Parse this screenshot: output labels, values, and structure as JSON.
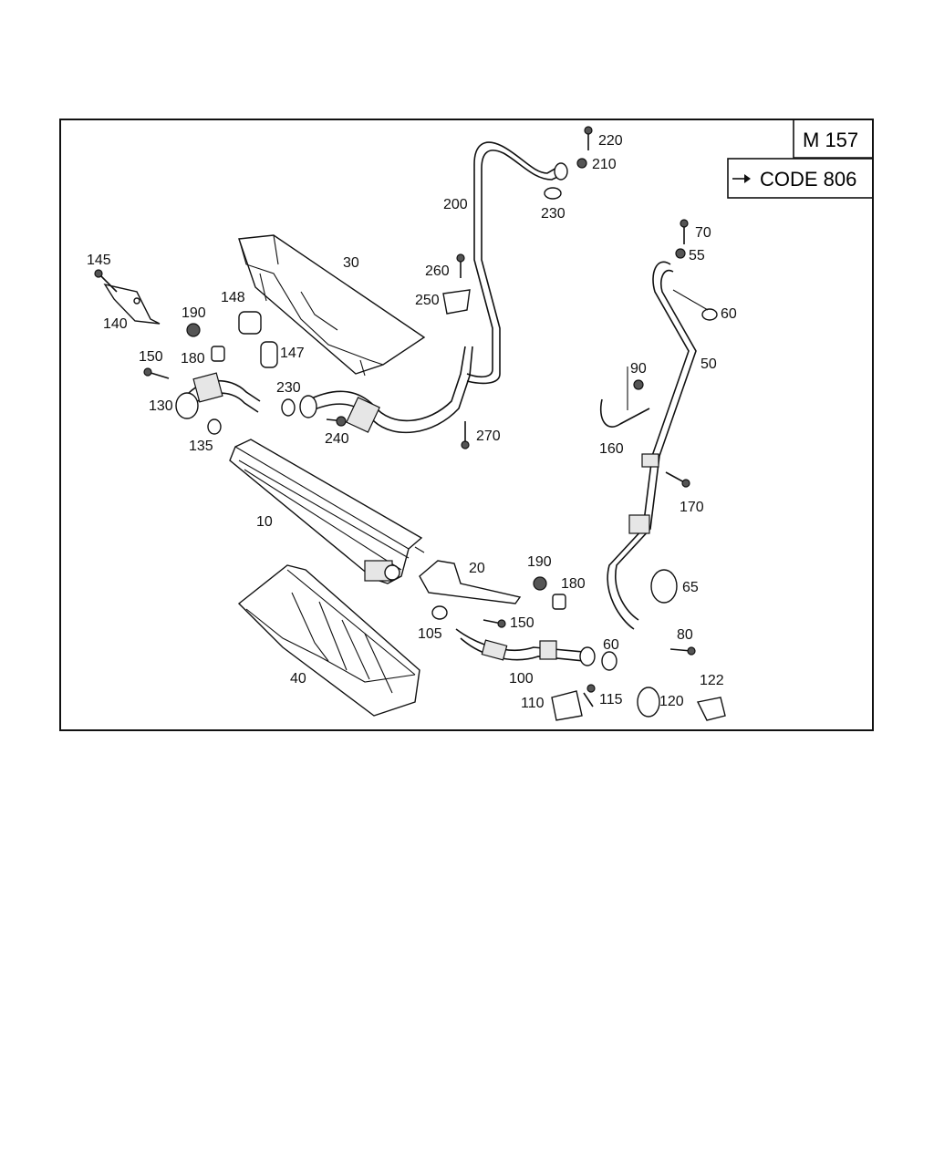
{
  "header": {
    "model": "M 157",
    "code_arrow": "→",
    "code": "CODE 806"
  },
  "callouts": {
    "c10": "10",
    "c20": "20",
    "c30": "30",
    "c40": "40",
    "c50": "50",
    "c55": "55",
    "c60a": "60",
    "c60b": "60",
    "c65": "65",
    "c70": "70",
    "c80": "80",
    "c90": "90",
    "c100": "100",
    "c105": "105",
    "c110": "110",
    "c115": "115",
    "c120": "120",
    "c122": "122",
    "c130": "130",
    "c135": "135",
    "c140": "140",
    "c145": "145",
    "c147": "147",
    "c148": "148",
    "c150a": "150",
    "c150b": "150",
    "c160": "160",
    "c170": "170",
    "c180a": "180",
    "c180b": "180",
    "c190a": "190",
    "c190b": "190",
    "c200": "200",
    "c210": "210",
    "c220": "220",
    "c230a": "230",
    "c230b": "230",
    "c240": "240",
    "c250": "250",
    "c260": "260",
    "c270": "270"
  }
}
